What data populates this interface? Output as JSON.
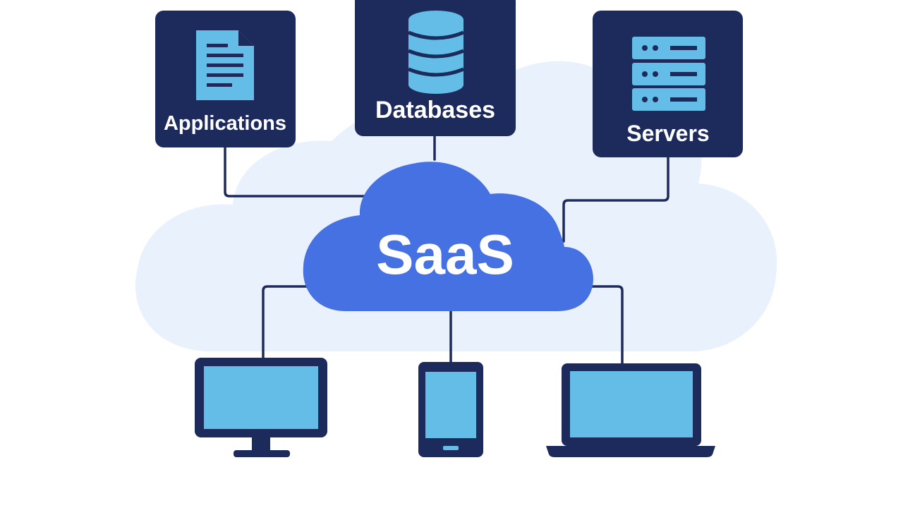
{
  "colors": {
    "background": "#ffffff",
    "background_cloud": "#e9f1fc",
    "box_fill": "#1d2a5c",
    "icon_light": "#63bde6",
    "saas_cloud": "#4571e3",
    "line": "#1d2a5c",
    "label_text": "#ffffff"
  },
  "center": {
    "label": "SaaS",
    "icon": "cloud-icon"
  },
  "resources": [
    {
      "label": "Applications",
      "icon": "document-icon"
    },
    {
      "label": "Databases",
      "icon": "database-icon"
    },
    {
      "label": "Servers",
      "icon": "server-rack-icon"
    }
  ],
  "devices": [
    {
      "icon": "desktop-monitor-icon"
    },
    {
      "icon": "smartphone-icon"
    },
    {
      "icon": "laptop-icon"
    }
  ]
}
